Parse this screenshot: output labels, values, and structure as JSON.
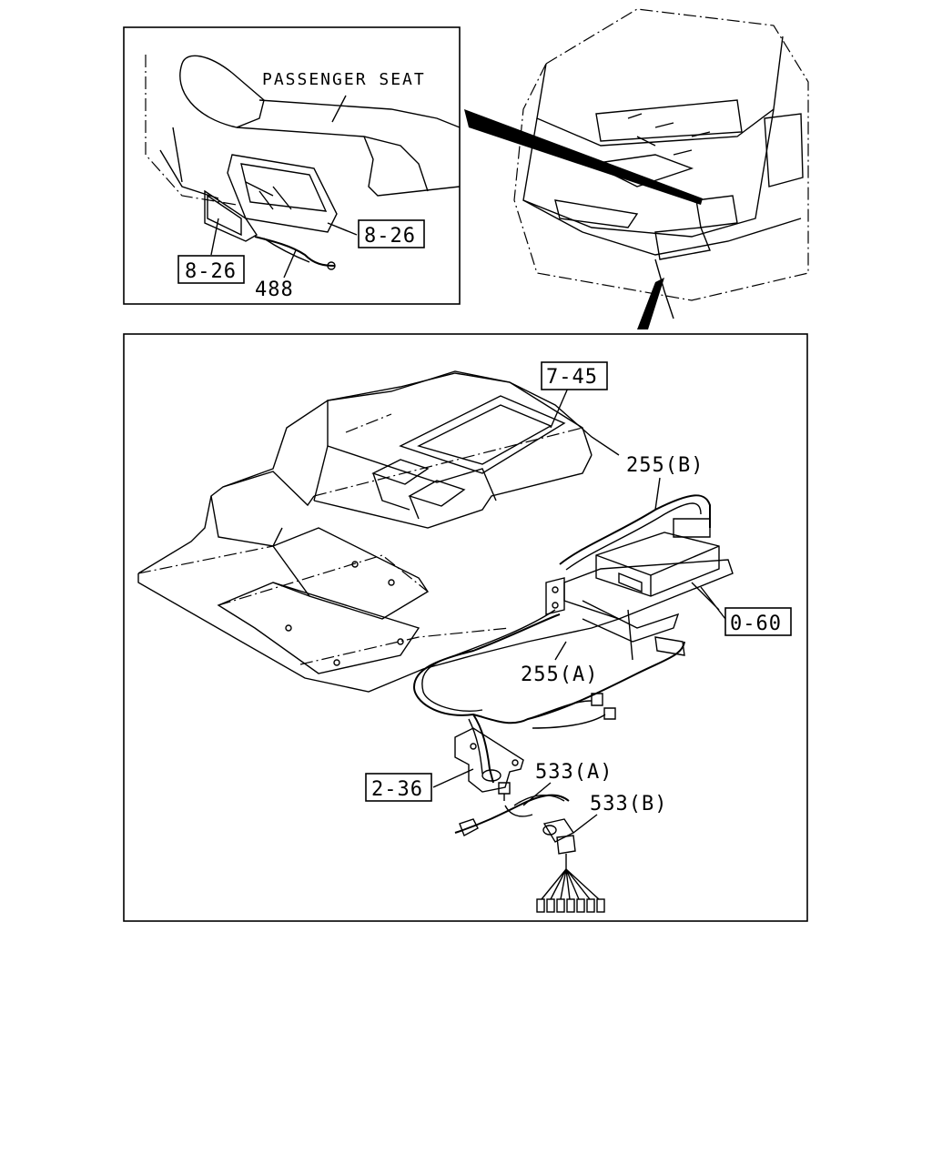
{
  "inset": {
    "seat_label": "PASSENGER SEAT",
    "ref_upper": "8-26",
    "ref_lower": "8-26",
    "part_harness": "488"
  },
  "main": {
    "ref_console": "7-45",
    "part_harness_b": "255(B)",
    "ref_unit": "0-60",
    "part_harness_a": "255(A)",
    "part_533a": "533(A)",
    "ref_bracket": "2-36",
    "part_533b": "533(B)"
  }
}
